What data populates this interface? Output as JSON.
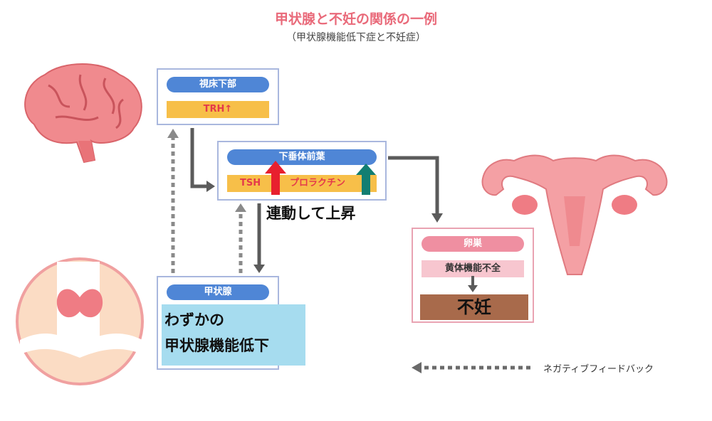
{
  "title": "甲状腺と不妊の関係の一例",
  "subtitle": "（甲状腺機能低下症と不妊症）",
  "hypothalamus": {
    "label": "視床下部",
    "hormone": "TRH↑"
  },
  "pituitary": {
    "label": "下垂体前葉",
    "tsh": "TSH",
    "prolactin": "プロラクチン"
  },
  "linked_rise": "連動して上昇",
  "thyroid": {
    "label": "甲状腺",
    "line1": "わずかの",
    "line2": "甲状腺機能低下"
  },
  "ovary": {
    "label": "卵巣",
    "condition": "黄体機能不全",
    "result": "不妊"
  },
  "legend": {
    "label": "ネガティブフィードバック"
  },
  "colors": {
    "title": "#e96a7a",
    "blue_pill": "#4f86d6",
    "orange_bar": "#f7bf49",
    "red_arrow": "#e8202e",
    "teal_arrow": "#127e72",
    "brown_box": "#a86a4b"
  }
}
